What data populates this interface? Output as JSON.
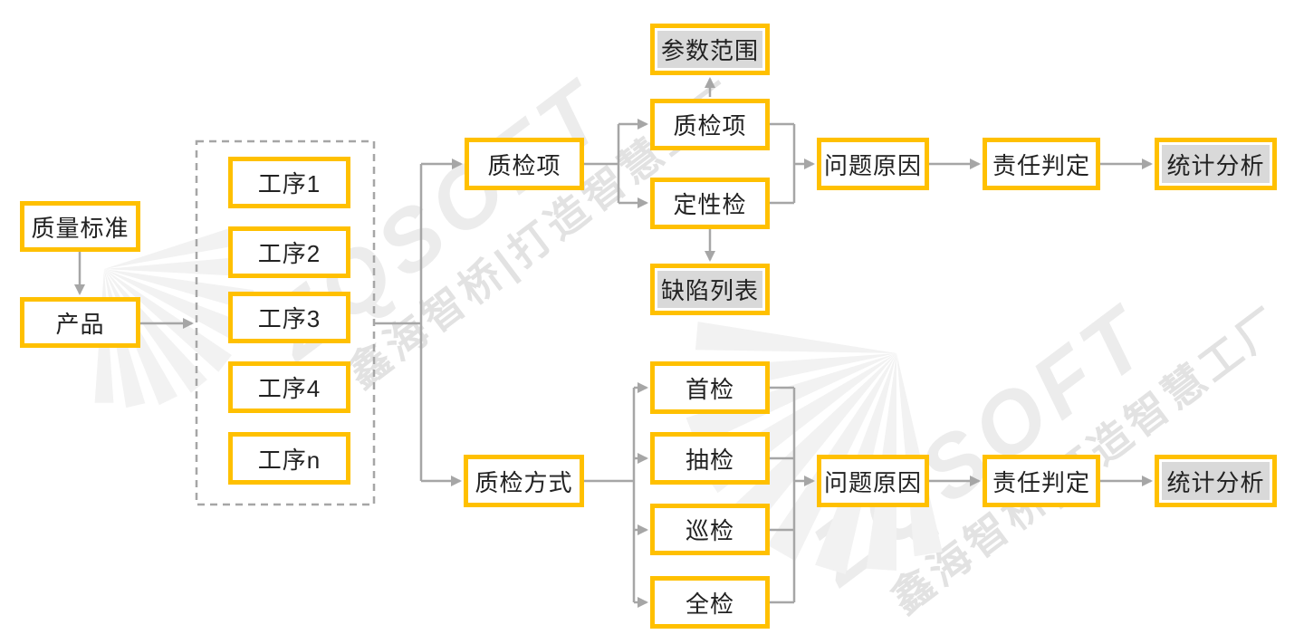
{
  "watermark": {
    "brand": "ZQSOFT",
    "tagline": "鑫海智桥|打造智慧工厂"
  },
  "colors": {
    "accent_border": "#FFC000",
    "grey_node_fill": "#D9D9D9",
    "connector_grey": "#A6A6A6",
    "node_text": "#222222",
    "watermark_brand_grey": "#ECECEC",
    "watermark_tagline_grey": "#E2E2E2",
    "fan_logo_grey": "#F2F2F2"
  },
  "nodes": {
    "quality_standard": "质量标准",
    "product": "产品",
    "process_group": [
      "工序1",
      "工序2",
      "工序3",
      "工序4",
      "工序n"
    ],
    "inspection_item": "质检项",
    "inspection_item_child": "质检项",
    "qualitative_inspection": "定性检",
    "parameter_range": "参数范围",
    "defect_list": "缺陷列表",
    "inspection_method": "质检方式",
    "first_article_inspection": "首检",
    "sampling_inspection": "抽检",
    "patrol_inspection": "巡检",
    "full_inspection": "全检",
    "problem_cause": "问题原因",
    "responsibility_judgment": "责任判定",
    "statistical_analysis": "统计分析"
  }
}
